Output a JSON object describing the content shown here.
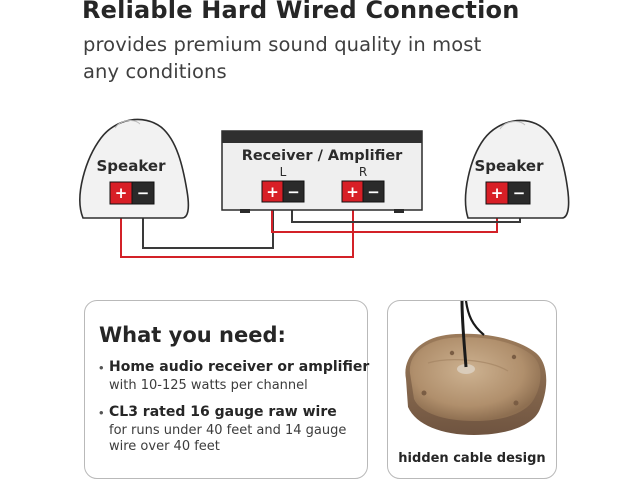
{
  "header": {
    "title": "Reliable Hard Wired Connection",
    "subtitle_line1": "provides premium sound quality in most",
    "subtitle_line2": "any conditions"
  },
  "diagram": {
    "left_speaker": {
      "label": "Speaker",
      "plus": "+",
      "minus": "−"
    },
    "right_speaker": {
      "label": "Speaker",
      "plus": "+",
      "minus": "−"
    },
    "receiver": {
      "label": "Receiver / Amplifier",
      "left_channel": "L",
      "right_channel": "R",
      "plus": "+",
      "minus": "−"
    },
    "colors": {
      "positive": "#d81f26",
      "negative": "#2a2a2a",
      "wire_pos": "#d32128",
      "wire_neg": "#3a3a3a"
    }
  },
  "needs": {
    "title": "What you need:",
    "items": [
      {
        "title": "Home audio receiver or amplifier",
        "desc_lines": [
          "with 10-125 watts per channel"
        ]
      },
      {
        "title": "CL3 rated 16 gauge raw wire",
        "desc_lines": [
          "for runs under 40 feet and 14 gauge",
          "wire over 40 feet"
        ]
      }
    ]
  },
  "photo": {
    "caption": "hidden cable design"
  }
}
